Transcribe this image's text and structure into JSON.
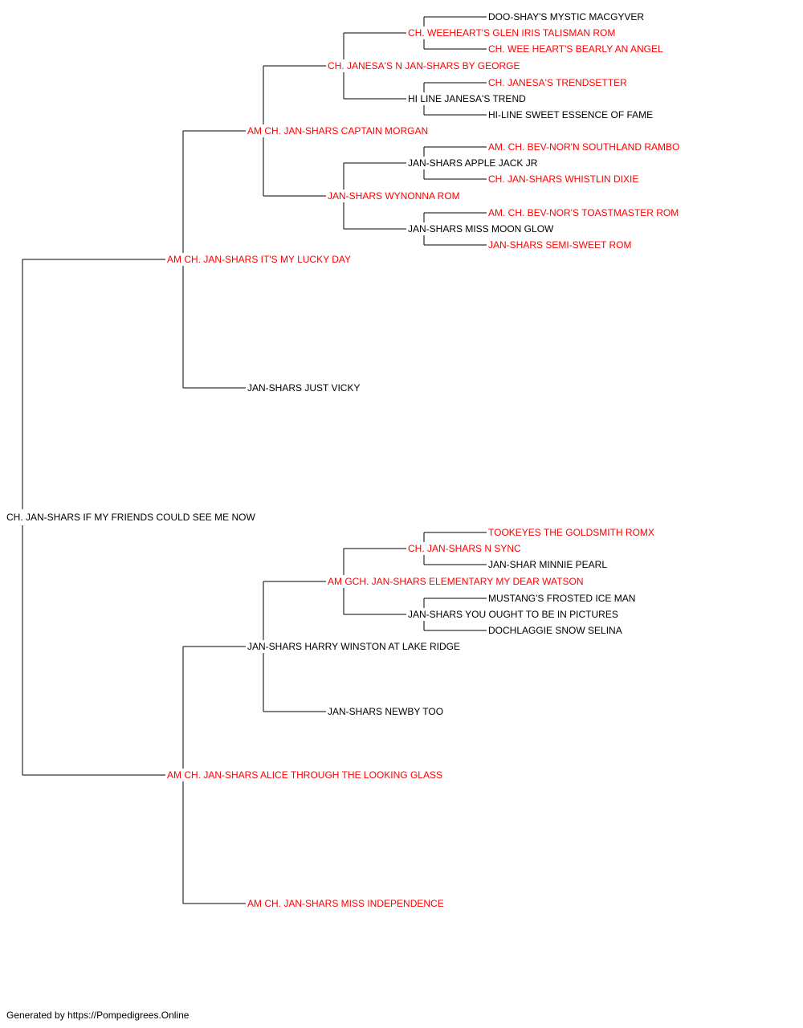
{
  "pedigree": {
    "name": "CH. JAN-SHARS IF MY FRIENDS COULD SEE ME NOW",
    "titled": false,
    "sire": {
      "name": "AM CH. JAN-SHARS IT'S MY LUCKY DAY",
      "titled": true,
      "sire": {
        "name": "AM CH. JAN-SHARS CAPTAIN MORGAN",
        "titled": true,
        "sire": {
          "name": "CH. JANESA'S N JAN-SHARS BY GEORGE",
          "titled": true,
          "sire": {
            "name": "CH. WEEHEART'S GLEN IRIS TALISMAN ROM",
            "titled": true,
            "sire": {
              "name": "DOO-SHAY'S MYSTIC MACGYVER",
              "titled": false
            },
            "dam": {
              "name": "CH. WEE HEART'S BEARLY AN ANGEL",
              "titled": true
            }
          },
          "dam": {
            "name": "HI LINE JANESA'S TREND",
            "titled": false,
            "sire": {
              "name": "CH. JANESA'S TRENDSETTER",
              "titled": true
            },
            "dam": {
              "name": "HI-LINE SWEET ESSENCE OF FAME",
              "titled": false
            }
          }
        },
        "dam": {
          "name": "JAN-SHARS WYNONNA ROM",
          "titled": true,
          "sire": {
            "name": "JAN-SHARS APPLE JACK JR",
            "titled": false,
            "sire": {
              "name": "AM. CH. BEV-NOR'N SOUTHLAND RAMBO",
              "titled": true
            },
            "dam": {
              "name": "CH. JAN-SHARS WHISTLIN DIXIE",
              "titled": true
            }
          },
          "dam": {
            "name": "JAN-SHARS MISS MOON GLOW",
            "titled": false,
            "sire": {
              "name": "AM. CH. BEV-NOR'S TOASTMASTER ROM",
              "titled": true
            },
            "dam": {
              "name": "JAN-SHARS SEMI-SWEET ROM",
              "titled": true
            }
          }
        }
      },
      "dam": {
        "name": "JAN-SHARS JUST VICKY",
        "titled": false
      }
    },
    "dam": {
      "name": "AM CH. JAN-SHARS ALICE THROUGH THE LOOKING GLASS",
      "titled": true,
      "sire": {
        "name": "JAN-SHARS HARRY WINSTON AT LAKE RIDGE",
        "titled": false,
        "sire": {
          "name": "AM GCH. JAN-SHARS ELEMENTARY MY DEAR WATSON",
          "titled": true,
          "sire": {
            "name": "CH. JAN-SHARS N SYNC",
            "titled": true,
            "sire": {
              "name": "TOOKEYES THE GOLDSMITH ROMX",
              "titled": true
            },
            "dam": {
              "name": "JAN-SHAR MINNIE PEARL",
              "titled": false
            }
          },
          "dam": {
            "name": "JAN-SHARS YOU OUGHT TO BE IN PICTURES",
            "titled": false,
            "sire": {
              "name": "MUSTANG'S FROSTED ICE MAN",
              "titled": false
            },
            "dam": {
              "name": "DOCHLAGGIE SNOW SELINA",
              "titled": false
            }
          }
        },
        "dam": {
          "name": "JAN-SHARS NEWBY TOO",
          "titled": false
        }
      },
      "dam": {
        "name": "AM CH. JAN-SHARS MISS INDEPENDENCE",
        "titled": true
      }
    }
  },
  "colors": {
    "titled": "#ff0000",
    "untitled": "#000000",
    "line": "#000000"
  },
  "footer": "Generated by https://Pompedigrees.Online"
}
